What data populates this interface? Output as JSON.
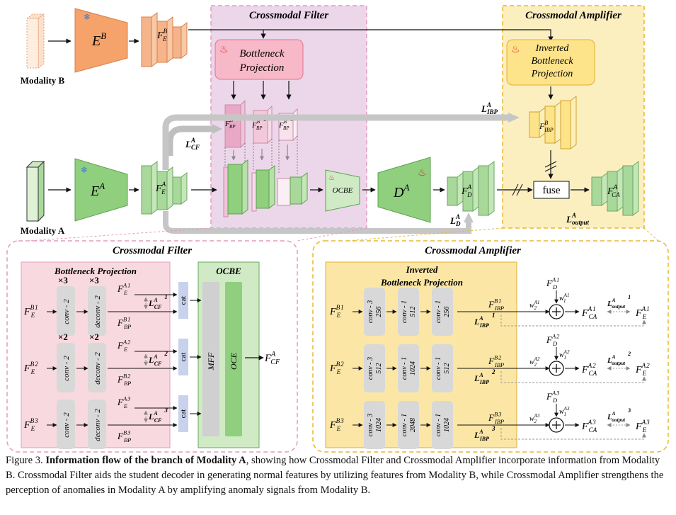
{
  "top": {
    "modality_b": "Modality B",
    "modality_a": "Modality A",
    "encoder_b": "E",
    "encoder_b_sup": "B",
    "encoder_a": "E",
    "encoder_a_sup": "A",
    "feat_e_b": "F",
    "feat_e_b_sub": "E",
    "feat_e_b_sup": "B",
    "feat_e_a": "F",
    "feat_e_a_sub": "E",
    "feat_e_a_sup": "A",
    "crossmodal_filter_title": "Crossmodal Filter",
    "crossmodal_amplifier_title": "Crossmodal Amplifier",
    "bottleneck_projection": [
      "Bottleneck",
      "Projection"
    ],
    "inverted_bottleneck_projection": [
      "Inverted",
      "Bottleneck",
      "Projection"
    ],
    "fbp": [
      {
        "base": "F",
        "sub": "BP",
        "sup": "B",
        "idx": "1"
      },
      {
        "base": "F",
        "sub": "BP",
        "sup": "B",
        "idx": "2"
      },
      {
        "base": "F",
        "sub": "BP",
        "sup": "B",
        "idx": "3"
      }
    ],
    "ocbe": "OCBE",
    "decoder": "D",
    "decoder_sup": "A",
    "feat_d": {
      "base": "F",
      "sub": "D",
      "sup": "A"
    },
    "fuse": "fuse",
    "feat_ca": {
      "base": "F",
      "sub": "CA",
      "sup": "A"
    },
    "feat_ibp": {
      "base": "F",
      "sub": "IBP",
      "sup": "B"
    },
    "loss_ibp": {
      "base": "L",
      "sub": "IBP",
      "sup": "A"
    },
    "loss_cf": {
      "base": "L",
      "sub": "CF",
      "sup": "A"
    },
    "loss_d": {
      "base": "L",
      "sub": "D",
      "sup": "A"
    },
    "loss_output": {
      "base": "L",
      "sub": "output",
      "sup": "A"
    }
  },
  "bottom_left": {
    "title": "Crossmodal Filter",
    "bp_title": "Bottleneck Projection",
    "ocbe_title": "OCBE",
    "rows": [
      {
        "input_idx": "1",
        "mult1": "×3",
        "mult2": "×3",
        "conv": "conv - 2",
        "deconv": "deconv - 2",
        "fe_idx": "1",
        "fbp_idx": "1",
        "lcf_idx": "1"
      },
      {
        "input_idx": "2",
        "mult1": "×2",
        "mult2": "×2",
        "conv": "conv - 2",
        "deconv": "deconv - 2",
        "fe_idx": "2",
        "fbp_idx": "2",
        "lcf_idx": "2"
      },
      {
        "input_idx": "3",
        "mult1": "",
        "mult2": "",
        "conv": "conv - 2",
        "deconv": "deconv - 2",
        "fe_idx": "3",
        "fbp_idx": "3",
        "lcf_idx": "3"
      }
    ],
    "cat": "cat",
    "mff": "MFF",
    "oce": "OCE",
    "output": {
      "base": "F",
      "sub": "CF",
      "sup": "A"
    }
  },
  "bottom_right": {
    "title": "Crossmodal Amplifier",
    "ibp_title": [
      "Inverted",
      "Bottleneck Projection"
    ],
    "rows": [
      {
        "idx": "1",
        "convs": [
          [
            "conv - 3",
            "256"
          ],
          [
            "conv - 1",
            "512"
          ],
          [
            "conv - 1",
            "256"
          ]
        ]
      },
      {
        "idx": "2",
        "convs": [
          [
            "conv - 3",
            "512"
          ],
          [
            "conv - 1",
            "1024"
          ],
          [
            "conv - 1",
            "512"
          ]
        ]
      },
      {
        "idx": "3",
        "convs": [
          [
            "conv - 3",
            "1024"
          ],
          [
            "conv - 1",
            "2048"
          ],
          [
            "conv - 1",
            "1024"
          ]
        ]
      }
    ]
  },
  "caption": {
    "prefix": "Figure 3. ",
    "bold": "Information flow of the branch of Modality A",
    "rest": ", showing how Crossmodal Filter and Crossmodal Amplifier incorporate information from Modality B. Crossmodal Filter aids the student decoder in generating normal features by utilizing features from Modality B, while Crossmodal Amplifier strengthens the perception of anomalies in Modality A by amplifying anomaly signals from Modality B."
  },
  "colors": {
    "orange": "#f5a36a",
    "green": "#8fcf7e",
    "pink_panel": "#ecd7ea",
    "yellow_panel": "#fbefc0",
    "bp_pink": "#f7b8c8",
    "ibp_yellow": "#fde38a",
    "conv_gray": "#d8d8d8",
    "ocbe_green": "#cfeac4"
  }
}
